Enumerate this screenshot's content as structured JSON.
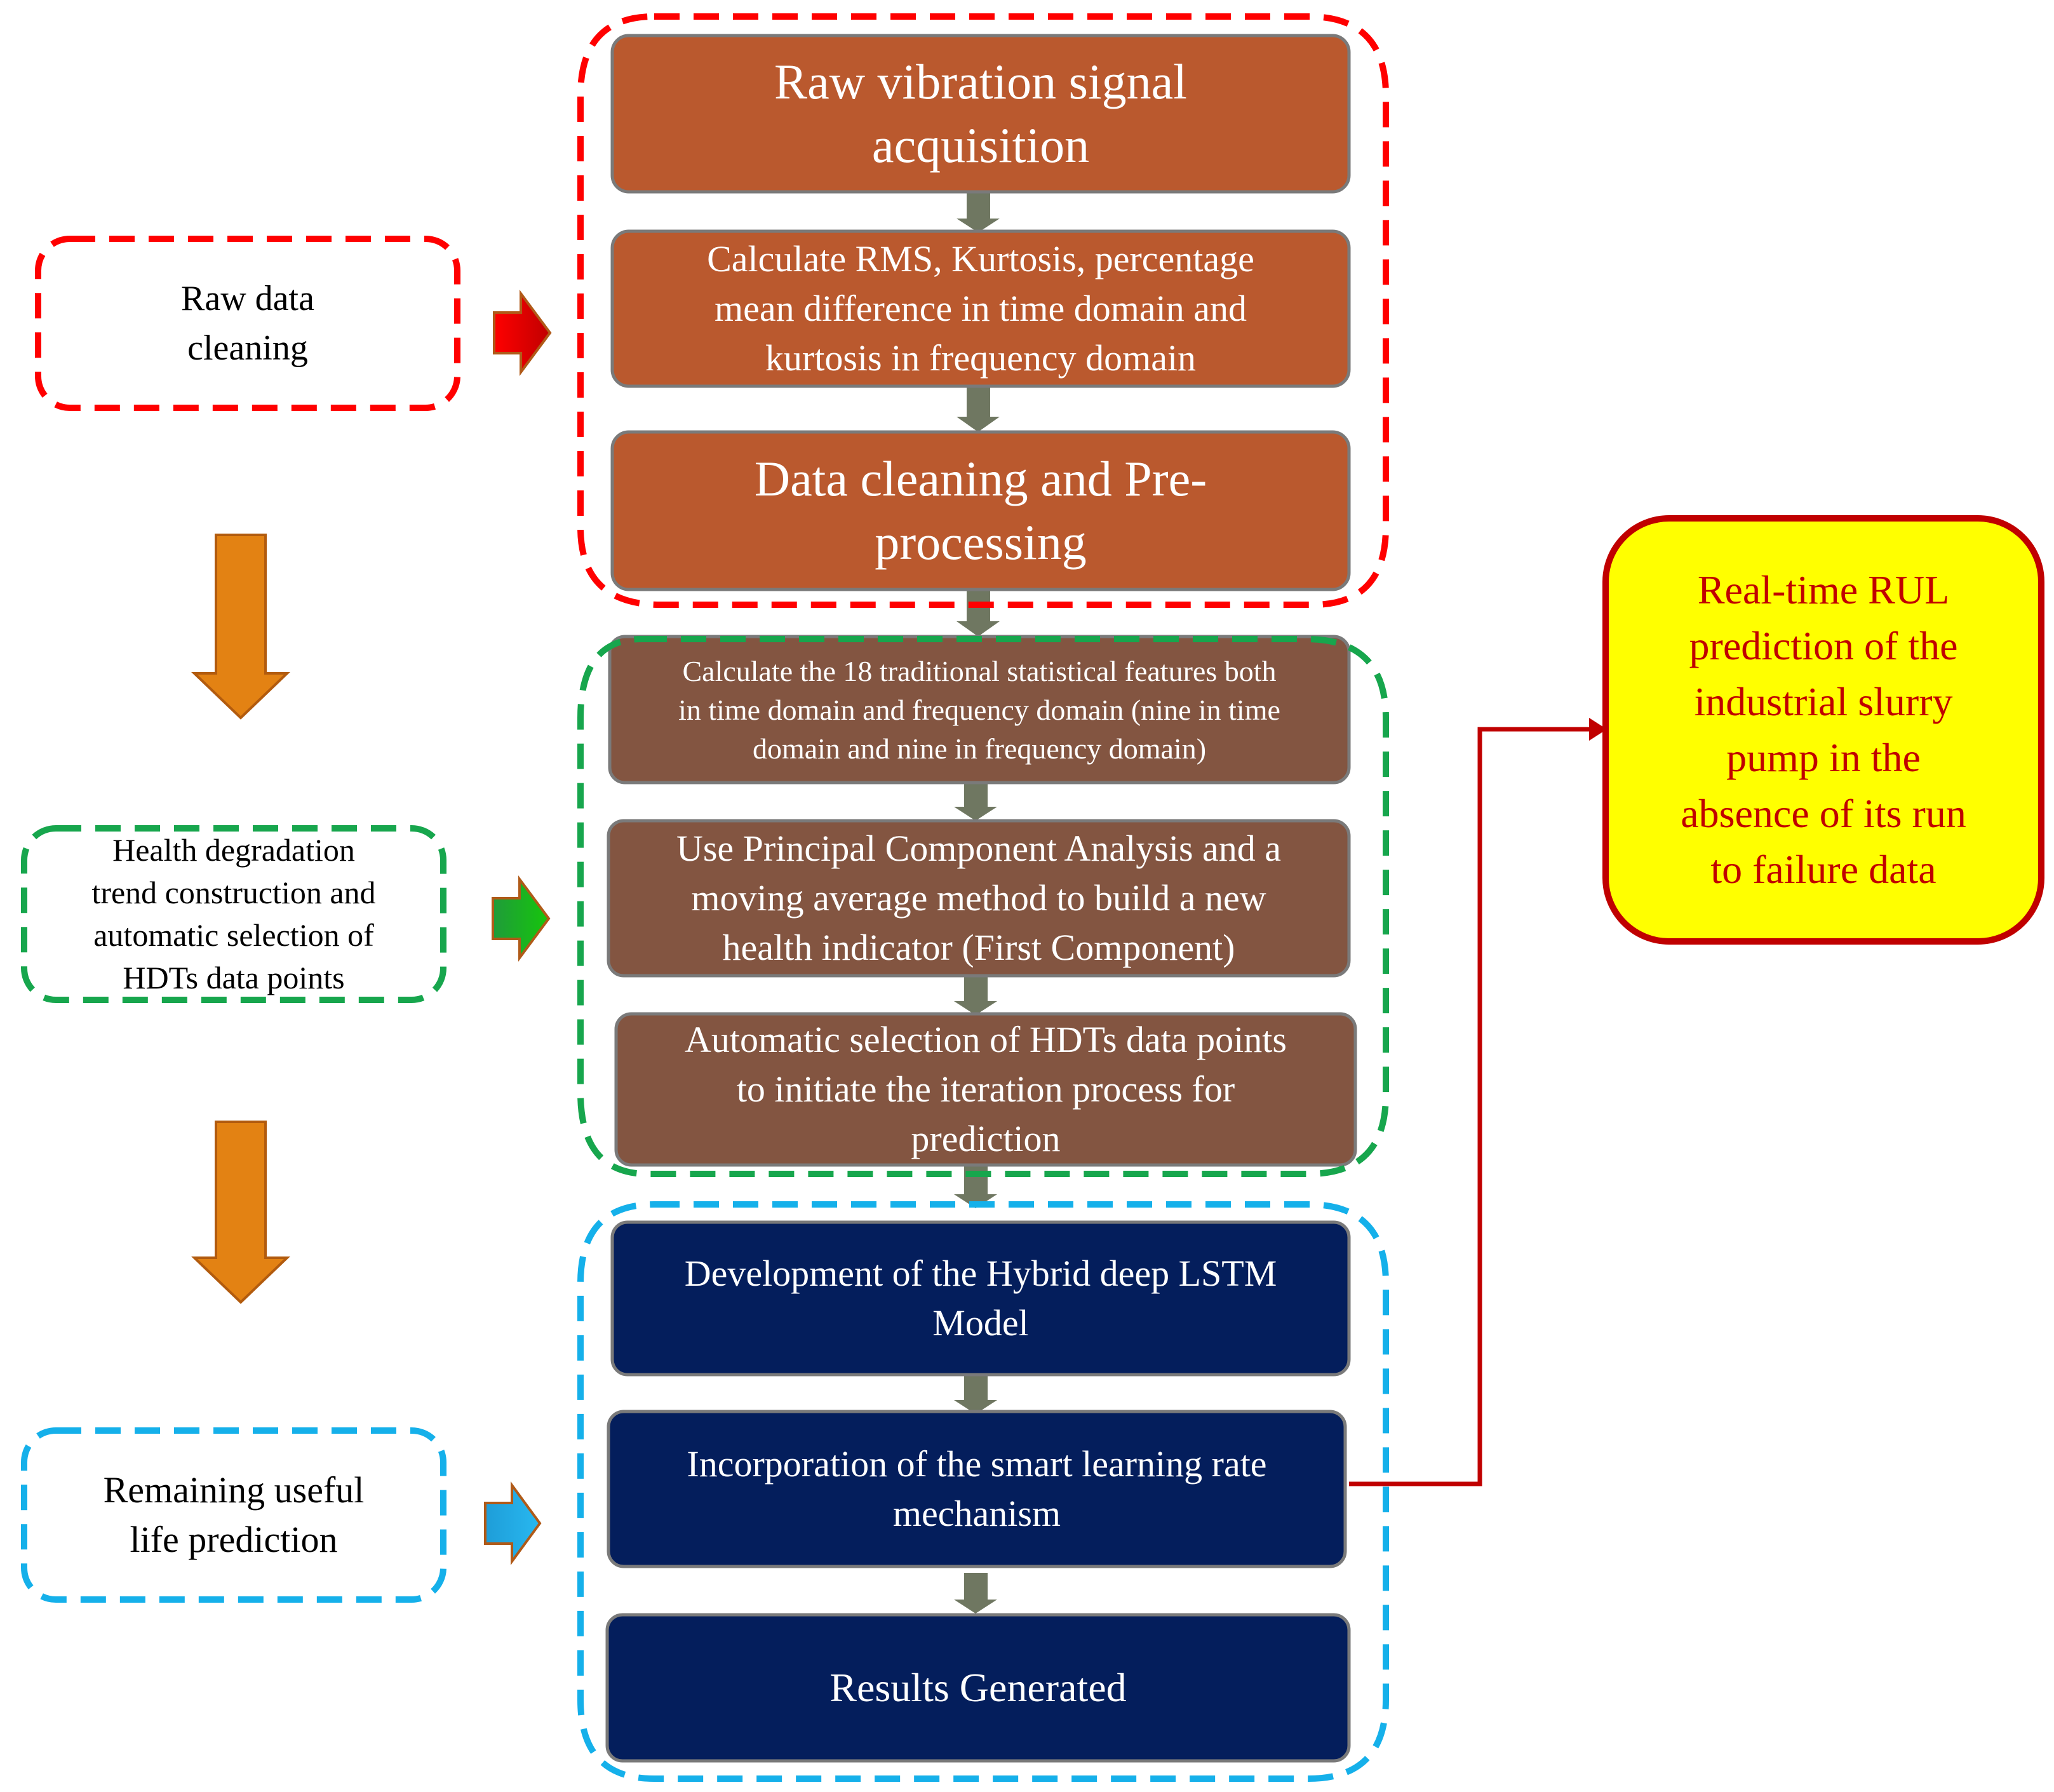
{
  "colors": {
    "orange_box": "#BA592E",
    "brown_box": "#835541",
    "navy_box": "#041E5C",
    "red_dash": "#FF0000",
    "green_dash": "#17A64D",
    "blue_dash": "#15B0EA",
    "orange_arrow": "#E38213",
    "connector": "#6F7761",
    "result_fill": "#FFFF00",
    "result_border": "#C00000",
    "result_text": "#C00000"
  },
  "stage1": {
    "step1": "Raw vibration signal\nacquisition",
    "step2": "Calculate RMS, Kurtosis, percentage\nmean difference in time domain and\nkurtosis in frequency domain",
    "step3": "Data cleaning and Pre-\nprocessing"
  },
  "stage2": {
    "step1": "Calculate the 18 traditional statistical features both\nin time domain and frequency domain (nine in time\ndomain and nine in frequency domain)",
    "step2": "Use Principal Component Analysis and a\nmoving average method to build a new\nhealth indicator (First Component)",
    "step3": "Automatic selection of HDTs data points\nto initiate the iteration process for\nprediction"
  },
  "stage3": {
    "step1": "Development of the Hybrid deep LSTM\nModel",
    "step2": "Incorporation of the smart learning rate\nmechanism",
    "step3": "Results Generated"
  },
  "side": {
    "label1": "Raw data\ncleaning",
    "label2": "Health degradation\ntrend construction and\nautomatic selection of\nHDTs data points",
    "label3": "Remaining useful\nlife prediction"
  },
  "result": {
    "text": "Real-time RUL\nprediction of the\nindustrial slurry\npump in the\nabsence of its run\nto failure data"
  }
}
